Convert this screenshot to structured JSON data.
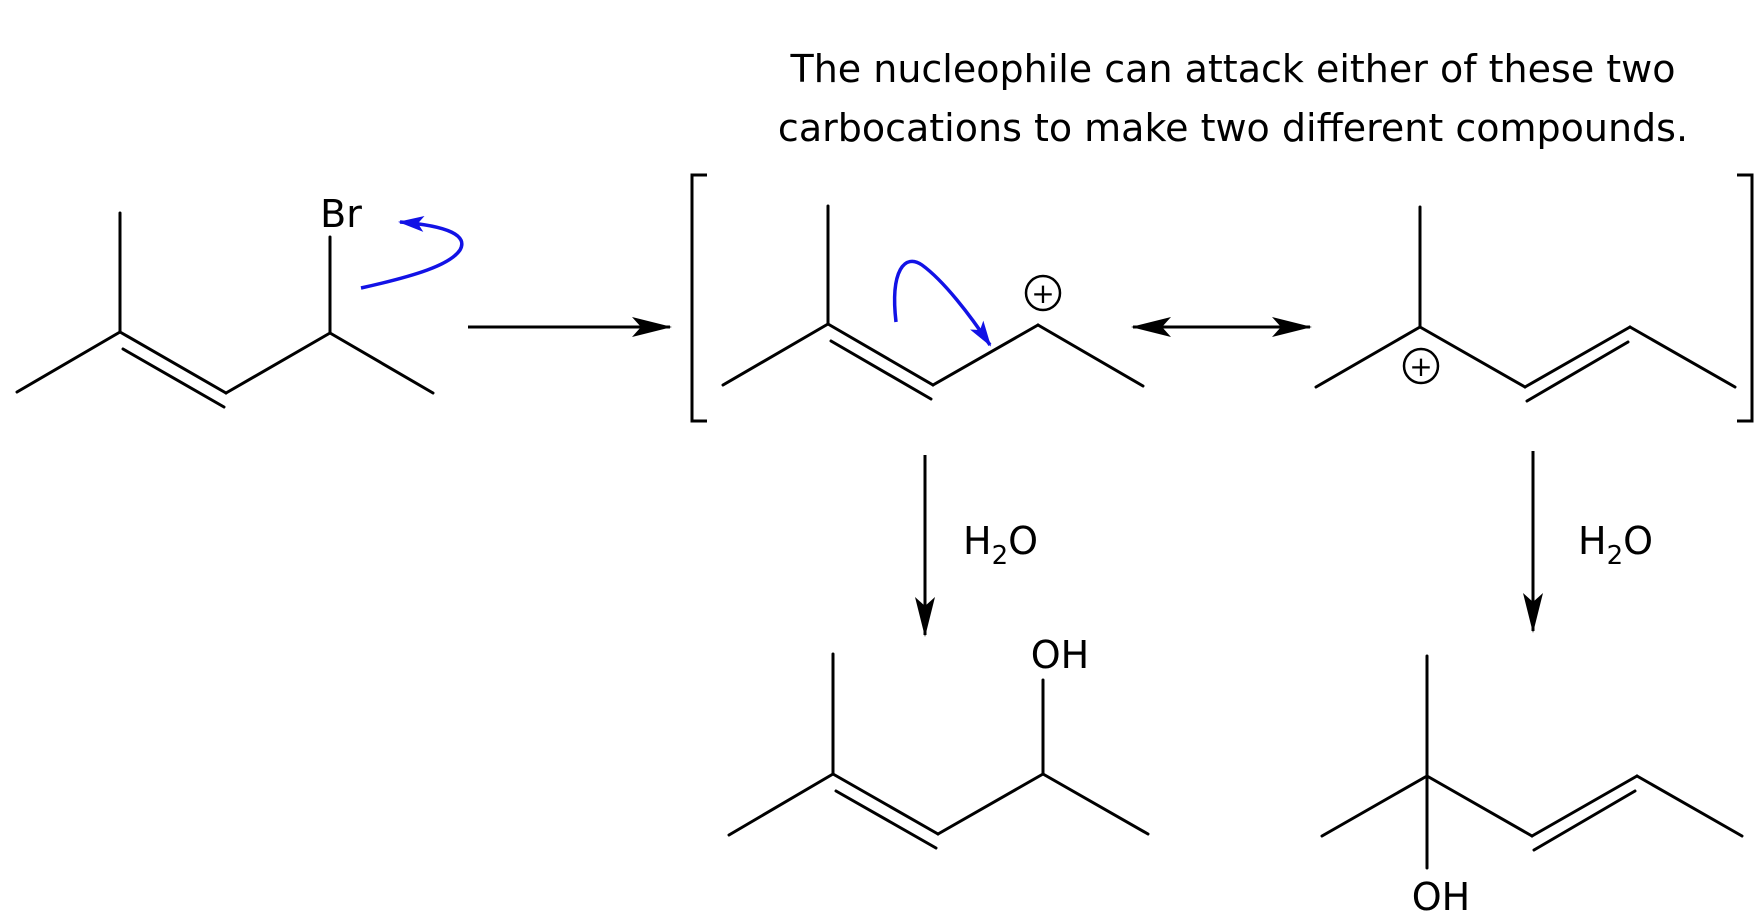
{
  "caption": {
    "line1": "The nucleophile can attack either of these two",
    "line2": "carbocations to make two different compounds."
  },
  "atoms": {
    "leaving_group": "Br",
    "product_left_oh": "OH",
    "product_right_oh": "OH"
  },
  "reagents": {
    "left": {
      "h": "H",
      "sub": "2",
      "o": "O"
    },
    "right": {
      "h": "H",
      "sub": "2",
      "o": "O"
    }
  },
  "charges": {
    "allylic_cation": "+",
    "tertiary_cation": "+"
  },
  "colors": {
    "bond": "#000000",
    "curly_arrow": "#1212e6",
    "background": "#ffffff"
  },
  "icons": {
    "reaction_arrow": "right-arrow-icon",
    "resonance_arrow": "double-headed-arrow-icon",
    "electron_arrow": "curved-arrow-icon"
  }
}
